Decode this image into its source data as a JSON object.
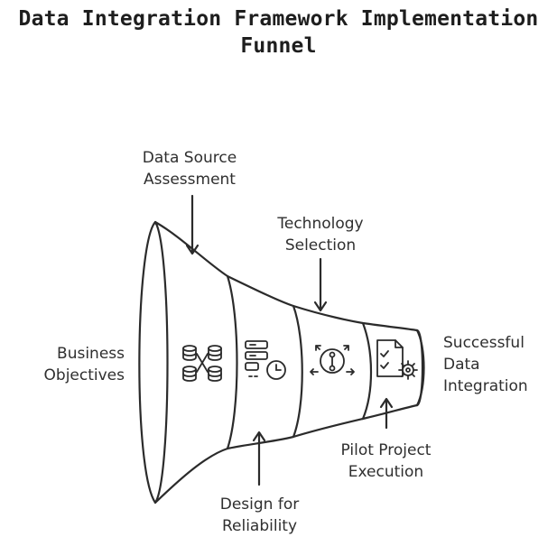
{
  "title": {
    "line1": "Data Integration Framework Implementation",
    "line2": "Funnel"
  },
  "stages": [
    {
      "label_lines": [
        "Business",
        "Objectives"
      ],
      "icon": "bullseye-icon"
    },
    {
      "label_lines": [
        "Data Source",
        "Assessment"
      ],
      "icon": "database-network-icon"
    },
    {
      "label_lines": [
        "Design for",
        "Reliability"
      ],
      "icon": "server-clock-icon"
    },
    {
      "label_lines": [
        "Technology",
        "Selection"
      ],
      "icon": "selection-arrows-icon"
    },
    {
      "label_lines": [
        "Pilot Project",
        "Execution"
      ],
      "icon": "checklist-gear-icon"
    }
  ],
  "outcome": {
    "label_lines": [
      "Successful",
      "Data",
      "Integration"
    ]
  },
  "colors": {
    "stroke": "#2b2b2b",
    "background": "#ffffff"
  }
}
